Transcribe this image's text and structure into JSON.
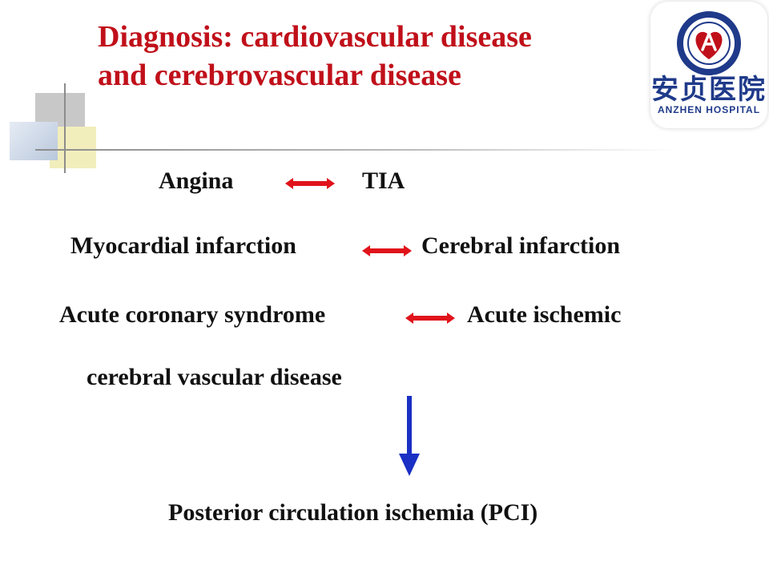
{
  "title": {
    "line1": "Diagnosis:  cardiovascular disease",
    "line2": "and cerebrovascular  disease"
  },
  "logo": {
    "chinese_name": "安贞医院",
    "english_name": "ANZHEN HOSPITAL"
  },
  "pairs": [
    {
      "left": "Angina",
      "right": "TIA"
    },
    {
      "left": "Myocardial infarction",
      "right": "Cerebral infarction"
    },
    {
      "left": "Acute coronary syndrome",
      "right": "Acute ischemic"
    }
  ],
  "continuation": "cerebral vascular disease",
  "conclusion": "Posterior  circulation  ischemia  (PCI)",
  "colors": {
    "title": "#c0101a",
    "double_arrow": "#e0131b",
    "down_arrow": "#1a2fc4",
    "logo": "#1f3a8a"
  },
  "icons": {
    "double_arrow": "left-right-arrow-icon",
    "down_arrow": "down-arrow-icon",
    "logo": "anzhen-hospital-logo"
  }
}
